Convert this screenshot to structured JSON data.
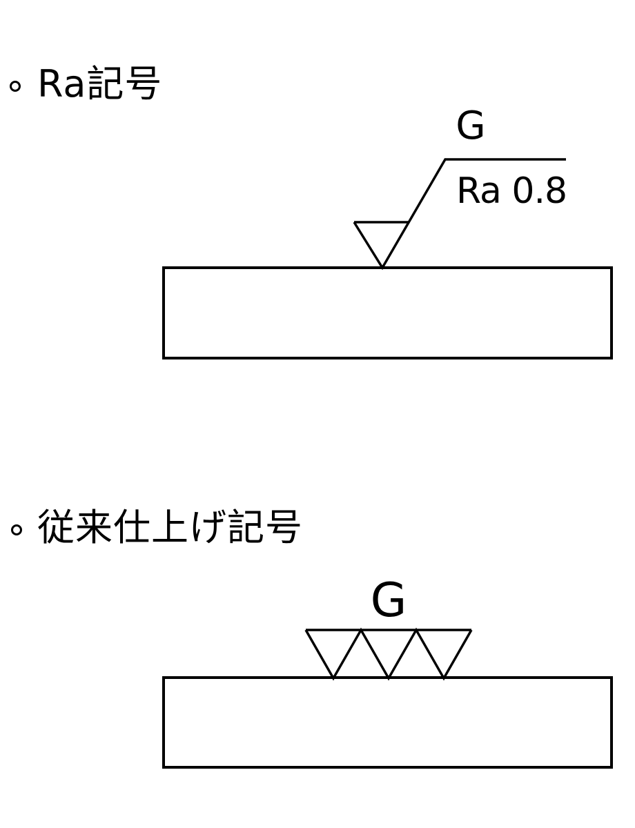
{
  "page": {
    "background_color": "#ffffff",
    "line_color": "#000000"
  },
  "icons": {
    "list_bullet": "open-circle"
  },
  "ra_section": {
    "title": "Ra記号",
    "symbol_letter": "G",
    "roughness_value": "Ra 0.8"
  },
  "conventional_section": {
    "title": "従来仕上げ記号",
    "symbol_letter": "G"
  }
}
